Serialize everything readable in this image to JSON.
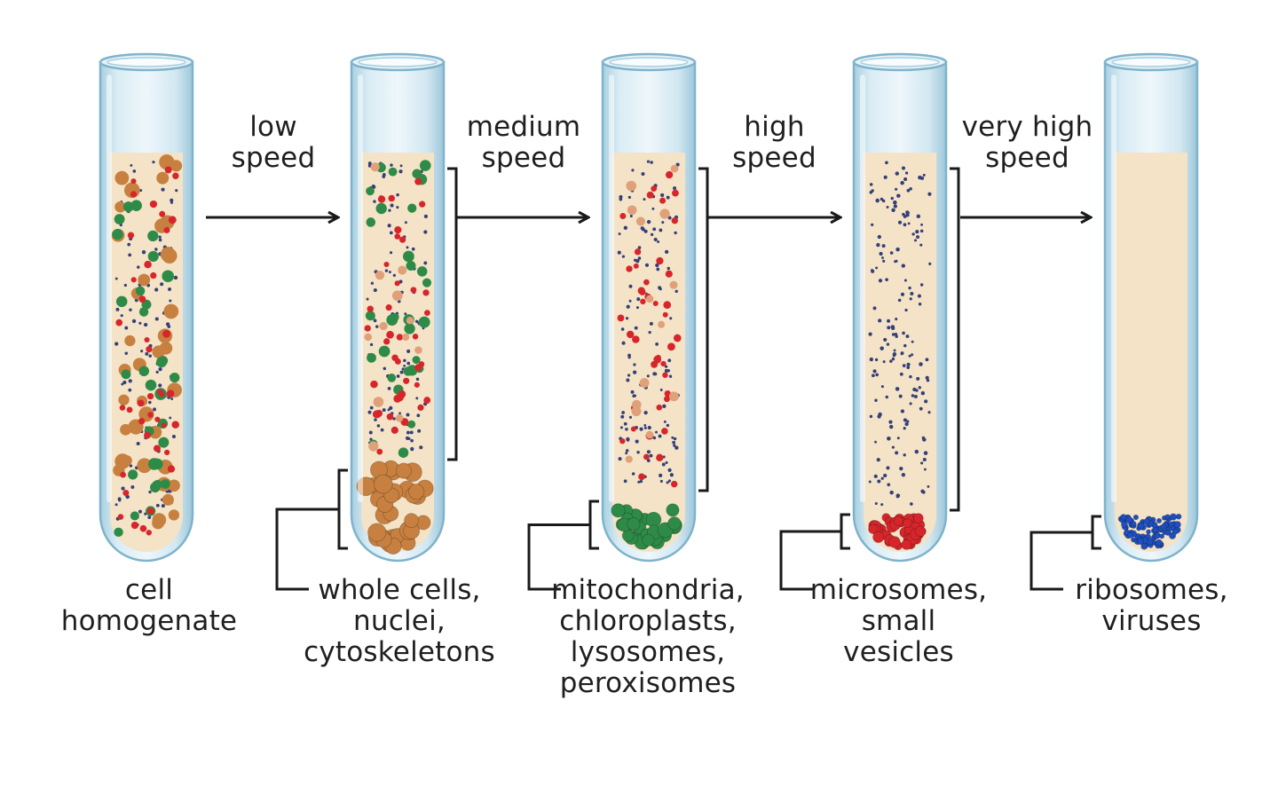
{
  "tubes": [
    {
      "name": "tube-cell-homogenate",
      "pellet": "none"
    },
    {
      "name": "tube-low-speed",
      "pellet": "brown-large"
    },
    {
      "name": "tube-medium-speed",
      "pellet": "green"
    },
    {
      "name": "tube-high-speed",
      "pellet": "red"
    },
    {
      "name": "tube-very-high-speed",
      "pellet": "blue"
    }
  ],
  "steps": [
    {
      "line1": "low",
      "line2": "speed"
    },
    {
      "line1": "medium",
      "line2": "speed"
    },
    {
      "line1": "high",
      "line2": "speed"
    },
    {
      "line1": "very high",
      "line2": "speed"
    }
  ],
  "labels": [
    {
      "lines": [
        "cell",
        "homogenate"
      ]
    },
    {
      "lines": [
        "whole cells,",
        "nuclei,",
        "cytoskeletons"
      ]
    },
    {
      "lines": [
        "mitochondria,",
        "chloroplasts,",
        "lysosomes,",
        "peroxisomes"
      ]
    },
    {
      "lines": [
        "microsomes,",
        "small",
        "vesicles"
      ]
    },
    {
      "lines": [
        "ribosomes,",
        "viruses"
      ]
    }
  ],
  "colors": {
    "liquid": "#f4e3c6",
    "glass": "#cfe4ee",
    "glass_edge": "#7fb3cc",
    "nuclei": "#c7803f",
    "chloroplast": "#2e8b47",
    "mitochondria": "#d7262b",
    "microsome": "#d7262b",
    "ribosome": "#1f4fbf",
    "small_dot": "#34407a"
  }
}
